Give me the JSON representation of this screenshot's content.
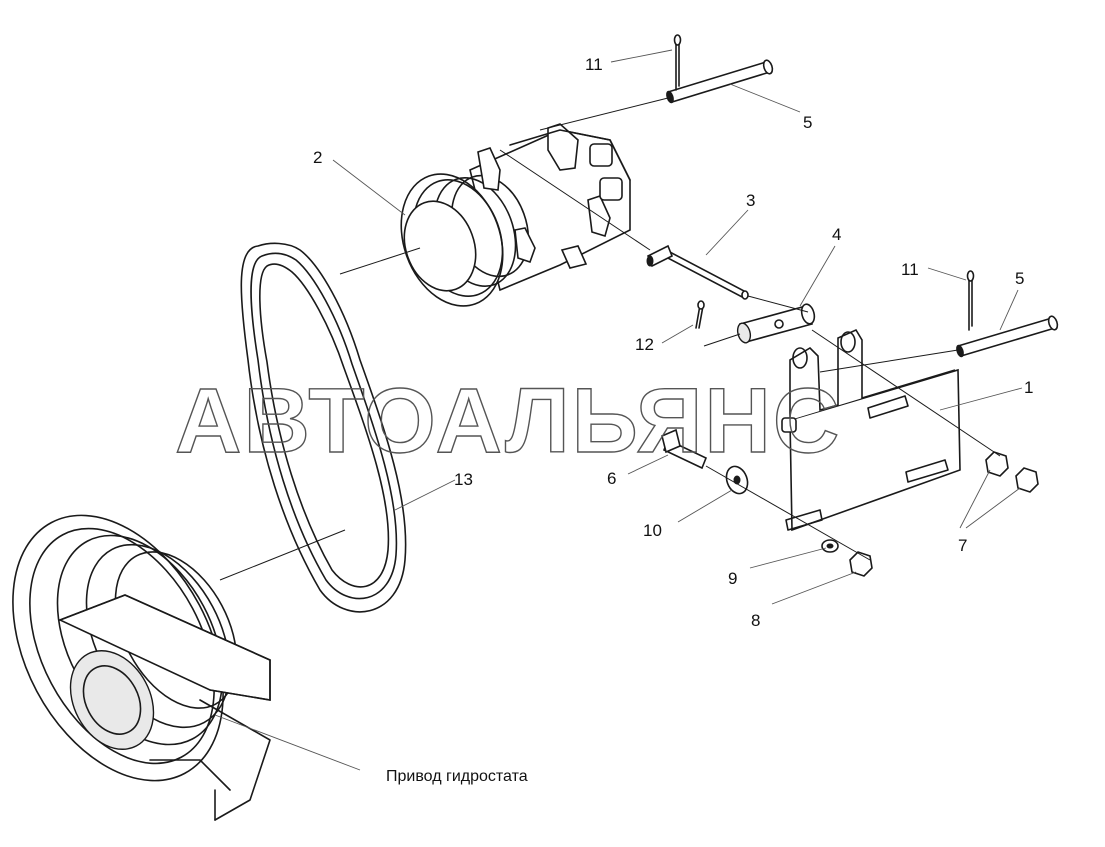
{
  "watermark": "АВТОАЛЬЯНС",
  "caption": "Привод гидростата",
  "callouts": {
    "c1": "1",
    "c2": "2",
    "c3": "3",
    "c4": "4",
    "c5_top": "5",
    "c5_right": "5",
    "c6": "6",
    "c7": "7",
    "c8": "8",
    "c9": "9",
    "c10": "10",
    "c11_top": "11",
    "c11_right": "11",
    "c12": "12",
    "c13": "13"
  }
}
